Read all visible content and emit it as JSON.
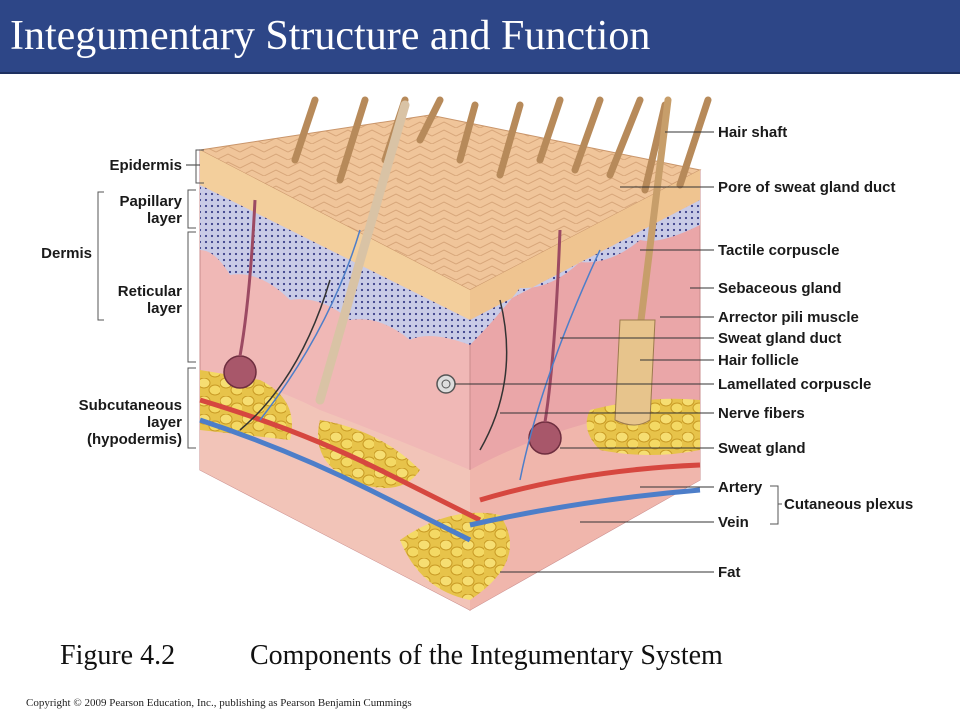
{
  "slide": {
    "title": "Integumentary Structure and Function",
    "figure_number": "Figure 4.2",
    "figure_caption": "Components of the Integumentary System",
    "copyright": "Copyright © 2009 Pearson Education, Inc., publishing as Pearson Benjamin Cummings"
  },
  "diagram": {
    "left_labels": {
      "epidermis": "Epidermis",
      "papillary_1": "Papillary",
      "papillary_2": "layer",
      "dermis": "Dermis",
      "reticular_1": "Reticular",
      "reticular_2": "layer",
      "subcutaneous_1": "Subcutaneous",
      "subcutaneous_2": "layer",
      "subcutaneous_3": "(hypodermis)"
    },
    "right_labels": {
      "hair_shaft": "Hair shaft",
      "pore": "Pore of sweat gland duct",
      "tactile": "Tactile corpuscle",
      "sebaceous": "Sebaceous gland",
      "arrector": "Arrector pili muscle",
      "sweat_duct": "Sweat gland duct",
      "hair_follicle": "Hair follicle",
      "lamellated": "Lamellated corpuscle",
      "nerve": "Nerve fibers",
      "sweat_gland": "Sweat gland",
      "artery": "Artery",
      "cutaneous_plexus": "Cutaneous plexus",
      "vein": "Vein",
      "fat": "Fat"
    }
  }
}
